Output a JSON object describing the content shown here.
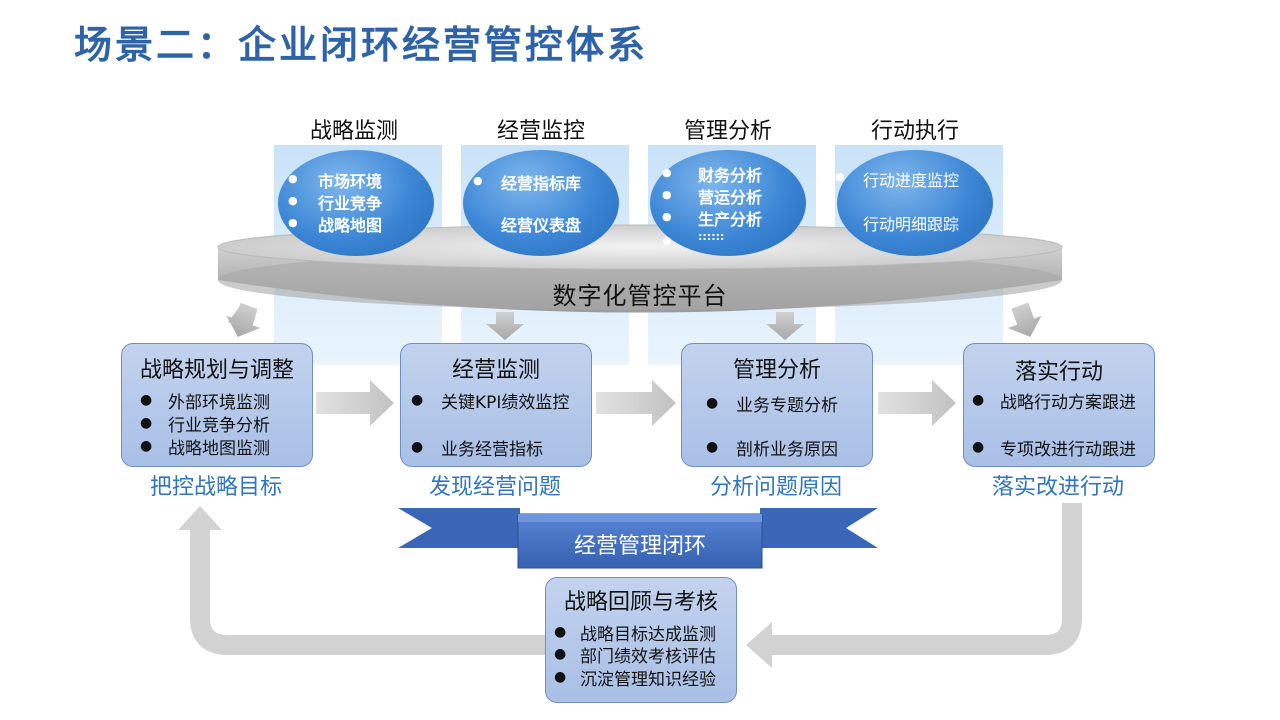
{
  "title": "场景二：企业闭环经营管控体系",
  "columns": [
    {
      "head": "战略监测",
      "items": [
        "市场环境",
        "行业竞争",
        "战略地图"
      ]
    },
    {
      "head": "经营监控",
      "items": [
        "经营指标库",
        "经营仪表盘"
      ]
    },
    {
      "head": "管理分析",
      "items": [
        "财务分析",
        "营运分析",
        "生产分析",
        "::::::"
      ]
    },
    {
      "head": "行动执行",
      "items": [
        "行动进度监控",
        "行动明细跟踪"
      ]
    }
  ],
  "platform": "数字化管控平台",
  "boxes": [
    {
      "head": "战略规划与调整",
      "items": [
        "外部环境监测",
        "行业竞争分析",
        "战略地图监测"
      ],
      "goal": "把控战略目标"
    },
    {
      "head": "经营监测",
      "items": [
        "关键KPI绩效监控",
        "业务经营指标"
      ],
      "goal": "发现经营问题"
    },
    {
      "head": "管理分析",
      "items": [
        "业务专题分析",
        "剖析业务原因"
      ],
      "goal": "分析问题原因"
    },
    {
      "head": "落实行动",
      "items": [
        "战略行动方案跟进",
        "专项改进行动跟进"
      ],
      "goal": "落实改进行动"
    }
  ],
  "loop": "经营管理闭环",
  "review": {
    "head": "战略回顾与考核",
    "items": [
      "战略目标达成监测",
      "部门绩效考核评估",
      "沉淀管理知识经验"
    ]
  },
  "bullet": "●",
  "colors": {
    "title": "#2f63a8",
    "ellipse": "#3c86d6",
    "box": "#b4c7e7",
    "goal": "#2f76c2",
    "banner": "#4472c4"
  }
}
